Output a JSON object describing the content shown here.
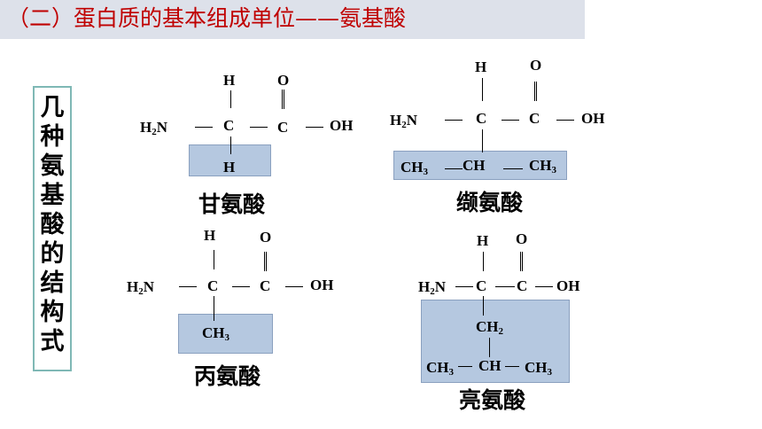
{
  "title": "（二）蛋白质的基本组成单位——氨基酸",
  "side_label": [
    "几",
    "种",
    "氨",
    "基",
    "酸",
    "的",
    "结",
    "构",
    "式"
  ],
  "atoms": {
    "H": "H",
    "O": "O",
    "C": "C",
    "N": "N",
    "OH": "OH",
    "CH": "CH",
    "H2N_base": "H",
    "H2N_sub": "2",
    "H2N_tail": "N",
    "CH3_base": "CH",
    "CH3_sub": "3",
    "CH2_base": "CH",
    "CH2_sub": "2"
  },
  "compounds": {
    "glycine": "甘氨酸",
    "valine": "缬氨酸",
    "alanine": "丙氨酸",
    "leucine": "亮氨酸"
  },
  "colors": {
    "title": "#c00000",
    "highlight": "#b5c8e0",
    "side_border": "#7fb8b5",
    "title_bg": "#dde1ea"
  }
}
